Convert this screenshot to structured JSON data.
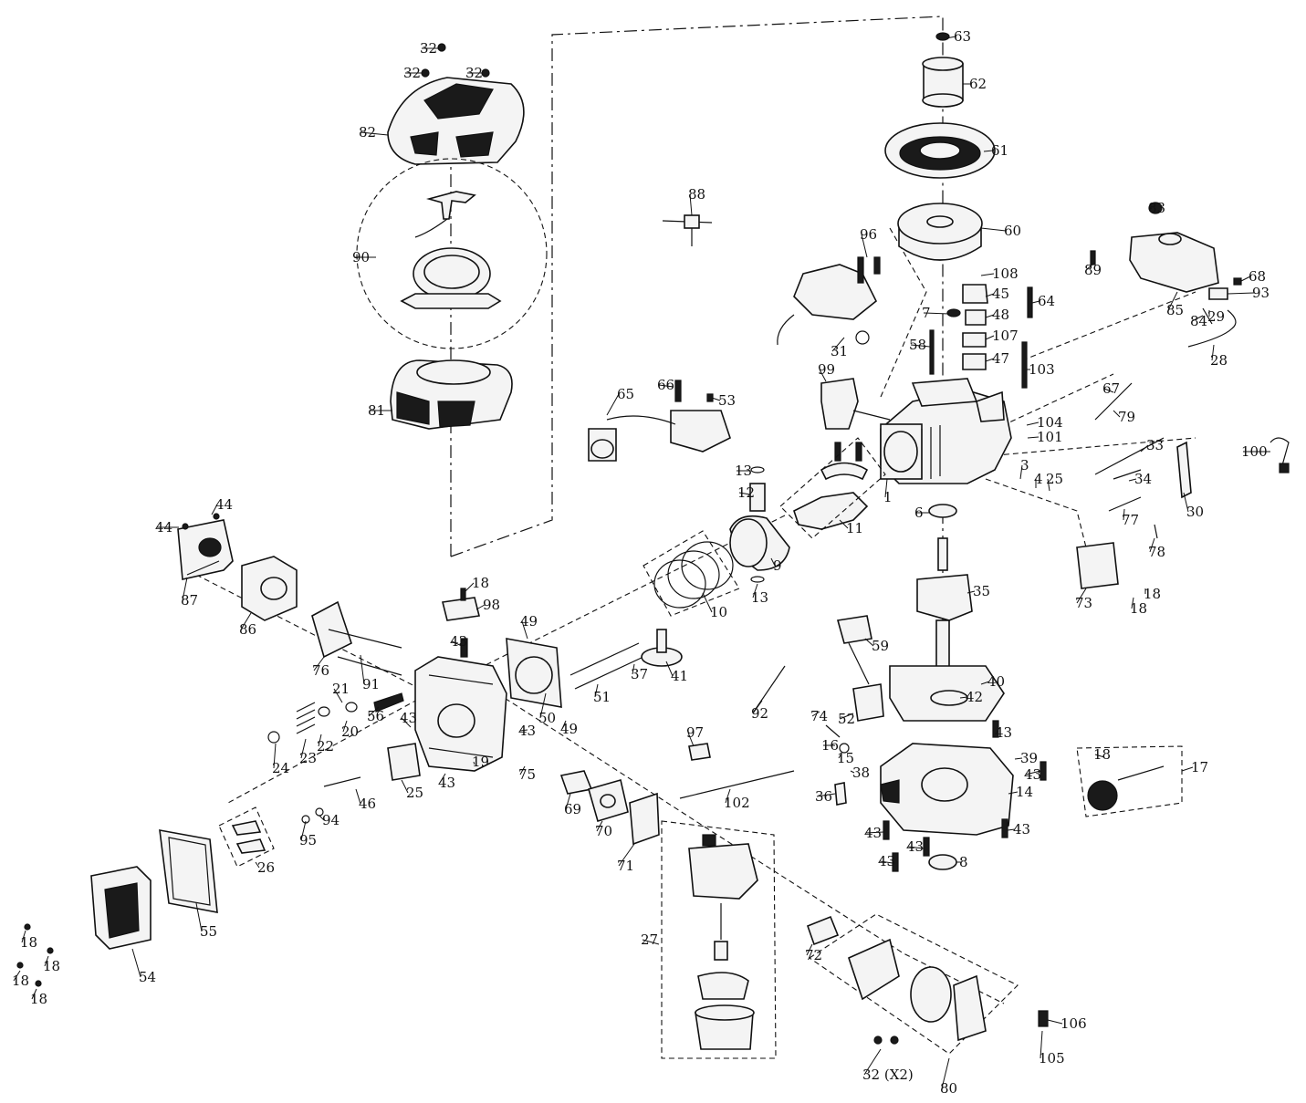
{
  "callouts": [
    {
      "id": "c63",
      "text": "63"
    },
    {
      "id": "c62",
      "text": "62"
    },
    {
      "id": "c61",
      "text": "61"
    },
    {
      "id": "c60",
      "text": "60"
    },
    {
      "id": "c32a",
      "text": "32"
    },
    {
      "id": "c32b",
      "text": "32"
    },
    {
      "id": "c32c",
      "text": "32"
    },
    {
      "id": "c82",
      "text": "82"
    },
    {
      "id": "c90",
      "text": "90"
    },
    {
      "id": "c81",
      "text": "81"
    },
    {
      "id": "c88",
      "text": "88"
    },
    {
      "id": "c96",
      "text": "96"
    },
    {
      "id": "c108",
      "text": "108"
    },
    {
      "id": "c45",
      "text": "45"
    },
    {
      "id": "c7",
      "text": "7"
    },
    {
      "id": "c48",
      "text": "48"
    },
    {
      "id": "c64",
      "text": "64"
    },
    {
      "id": "c107",
      "text": "107"
    },
    {
      "id": "c47",
      "text": "47"
    },
    {
      "id": "c58",
      "text": "58"
    },
    {
      "id": "c103",
      "text": "103"
    },
    {
      "id": "c31",
      "text": "31"
    },
    {
      "id": "c99",
      "text": "99"
    },
    {
      "id": "c83",
      "text": "83"
    },
    {
      "id": "c89",
      "text": "89"
    },
    {
      "id": "c68",
      "text": "68"
    },
    {
      "id": "c93",
      "text": "93"
    },
    {
      "id": "c85",
      "text": "85"
    },
    {
      "id": "c84",
      "text": "84"
    },
    {
      "id": "c29",
      "text": "29"
    },
    {
      "id": "c28",
      "text": "28"
    },
    {
      "id": "c67",
      "text": "67"
    },
    {
      "id": "c79",
      "text": "79"
    },
    {
      "id": "c104",
      "text": "104"
    },
    {
      "id": "c101",
      "text": "101"
    },
    {
      "id": "c100",
      "text": "100"
    },
    {
      "id": "c33",
      "text": "33"
    },
    {
      "id": "c34",
      "text": "34"
    },
    {
      "id": "c30",
      "text": "30"
    },
    {
      "id": "c3",
      "text": "3"
    },
    {
      "id": "c4",
      "text": "4"
    },
    {
      "id": "c25a",
      "text": "25"
    },
    {
      "id": "c1",
      "text": "1"
    },
    {
      "id": "c6",
      "text": "6"
    },
    {
      "id": "c77",
      "text": "77"
    },
    {
      "id": "c78",
      "text": "78"
    },
    {
      "id": "c73",
      "text": "73"
    },
    {
      "id": "c18a",
      "text": "18"
    },
    {
      "id": "c18b",
      "text": "18"
    },
    {
      "id": "c66",
      "text": "66"
    },
    {
      "id": "c53",
      "text": "53"
    },
    {
      "id": "c65",
      "text": "65"
    },
    {
      "id": "c13a",
      "text": "13"
    },
    {
      "id": "c12",
      "text": "12"
    },
    {
      "id": "c11",
      "text": "11"
    },
    {
      "id": "c9",
      "text": "9"
    },
    {
      "id": "c13b",
      "text": "13"
    },
    {
      "id": "c10",
      "text": "10"
    },
    {
      "id": "c35",
      "text": "35"
    },
    {
      "id": "c44a",
      "text": "44"
    },
    {
      "id": "c44b",
      "text": "44"
    },
    {
      "id": "c87",
      "text": "87"
    },
    {
      "id": "c86",
      "text": "86"
    },
    {
      "id": "c18c",
      "text": "18"
    },
    {
      "id": "c98",
      "text": "98"
    },
    {
      "id": "c43a",
      "text": "43"
    },
    {
      "id": "c49a",
      "text": "49"
    },
    {
      "id": "c76",
      "text": "76"
    },
    {
      "id": "c91",
      "text": "91"
    },
    {
      "id": "c37",
      "text": "37"
    },
    {
      "id": "c41",
      "text": "41"
    },
    {
      "id": "c59",
      "text": "59"
    },
    {
      "id": "c40",
      "text": "40"
    },
    {
      "id": "c42",
      "text": "42"
    },
    {
      "id": "c21",
      "text": "21"
    },
    {
      "id": "c20",
      "text": "20"
    },
    {
      "id": "c56",
      "text": "56"
    },
    {
      "id": "c22",
      "text": "22"
    },
    {
      "id": "c23",
      "text": "23"
    },
    {
      "id": "c24",
      "text": "24"
    },
    {
      "id": "c43b",
      "text": "43"
    },
    {
      "id": "c43c",
      "text": "43"
    },
    {
      "id": "c50",
      "text": "50"
    },
    {
      "id": "c49b",
      "text": "49"
    },
    {
      "id": "c51",
      "text": "51"
    },
    {
      "id": "c92",
      "text": "92"
    },
    {
      "id": "c74",
      "text": "74"
    },
    {
      "id": "c52",
      "text": "52"
    },
    {
      "id": "c19",
      "text": "19"
    },
    {
      "id": "c25b",
      "text": "25"
    },
    {
      "id": "c43d",
      "text": "43"
    },
    {
      "id": "c46",
      "text": "46"
    },
    {
      "id": "c75",
      "text": "75"
    },
    {
      "id": "c97",
      "text": "97"
    },
    {
      "id": "c16",
      "text": "16"
    },
    {
      "id": "c15",
      "text": "15"
    },
    {
      "id": "c38",
      "text": "38"
    },
    {
      "id": "c43e",
      "text": "43"
    },
    {
      "id": "c39",
      "text": "39"
    },
    {
      "id": "c43f",
      "text": "43"
    },
    {
      "id": "c18d",
      "text": "18"
    },
    {
      "id": "c17",
      "text": "17"
    },
    {
      "id": "c36",
      "text": "36"
    },
    {
      "id": "c14",
      "text": "14"
    },
    {
      "id": "c95",
      "text": "95"
    },
    {
      "id": "c94",
      "text": "94"
    },
    {
      "id": "c69",
      "text": "69"
    },
    {
      "id": "c70",
      "text": "70"
    },
    {
      "id": "c102",
      "text": "102"
    },
    {
      "id": "c43g",
      "text": "43"
    },
    {
      "id": "c43h",
      "text": "43"
    },
    {
      "id": "c43i",
      "text": "43"
    },
    {
      "id": "c43j",
      "text": "43"
    },
    {
      "id": "c8",
      "text": "8"
    },
    {
      "id": "c26",
      "text": "26"
    },
    {
      "id": "c55",
      "text": "55"
    },
    {
      "id": "c71",
      "text": "71"
    },
    {
      "id": "c27",
      "text": "27"
    },
    {
      "id": "c72",
      "text": "72"
    },
    {
      "id": "c18e",
      "text": "18"
    },
    {
      "id": "c18f",
      "text": "18"
    },
    {
      "id": "c18g",
      "text": "18"
    },
    {
      "id": "c18h",
      "text": "18"
    },
    {
      "id": "c54",
      "text": "54"
    },
    {
      "id": "c106",
      "text": "106"
    },
    {
      "id": "c105",
      "text": "105"
    },
    {
      "id": "c32x2",
      "text": "32 (X2)"
    },
    {
      "id": "c80",
      "text": "80"
    }
  ]
}
